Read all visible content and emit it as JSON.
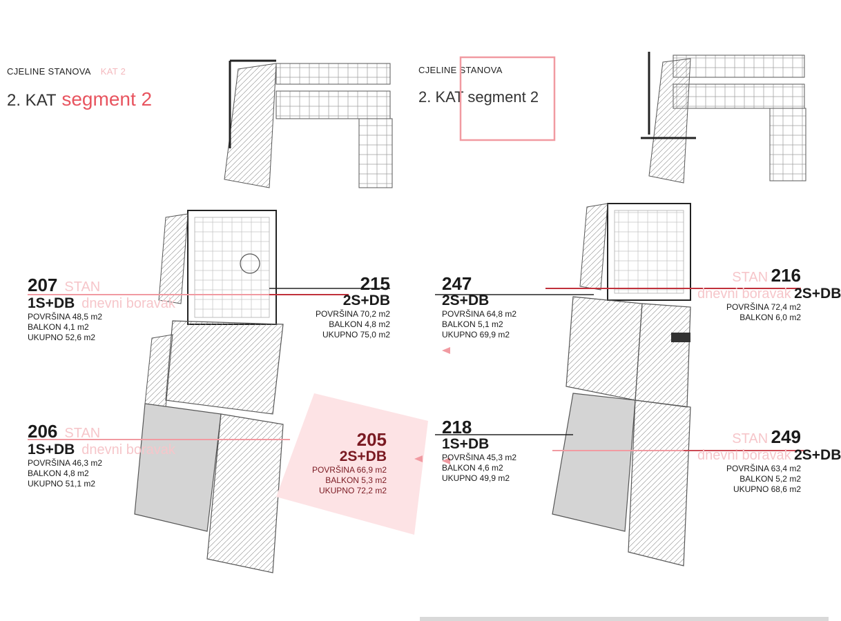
{
  "header_left": {
    "small_label": "CJELINE STANOVA",
    "small_label_ghost": "KAT 2",
    "title_dark": "2. KAT",
    "title_pink": "segment 2"
  },
  "header_right": {
    "small_label": "CJELINE STANOVA",
    "title": "2. KAT segment 2"
  },
  "units": [
    {
      "id": "unit-207",
      "number": "207",
      "number_ghost": "STAN",
      "type": "1S+DB",
      "type_ghost": "dnevni boravak",
      "areas": [
        "POVRŠINA 48,5 m2",
        "BALKON 4,1 m2",
        "UKUPNO 52,6 m2"
      ]
    },
    {
      "id": "unit-215",
      "number": "215",
      "type": "2S+DB",
      "areas": [
        "POVRŠINA 70,2 m2",
        "BALKON 4,8 m2",
        "UKUPNO 75,0 m2"
      ]
    },
    {
      "id": "unit-247",
      "number": "247",
      "type": "2S+DB",
      "areas": [
        "POVRŠINA 64,8 m2",
        "BALKON 5,1 m2",
        "UKUPNO 69,9 m2"
      ]
    },
    {
      "id": "unit-216",
      "number": "216",
      "number_ghost": "STAN",
      "type": "2S+DB",
      "type_ghost": "dnevni boravak",
      "areas": [
        "POVRŠINA 72,4 m2",
        "BALKON 6,0 m2"
      ]
    },
    {
      "id": "unit-206",
      "number": "206",
      "number_ghost": "STAN",
      "type": "1S+DB",
      "type_ghost": "dnevni boravak",
      "areas": [
        "POVRŠINA 46,3 m2",
        "BALKON 4,8 m2",
        "UKUPNO 51,1 m2"
      ]
    },
    {
      "id": "unit-205",
      "number": "205",
      "type": "2S+DB",
      "areas": [
        "POVRŠINA 66,9 m2",
        "BALKON 5,3 m2",
        "UKUPNO 72,2 m2"
      ],
      "highlighted": true
    },
    {
      "id": "unit-218",
      "number": "218",
      "type": "1S+DB",
      "areas": [
        "POVRŠINA 45,3 m2",
        "BALKON 4,6 m2",
        "UKUPNO 49,9 m2"
      ]
    },
    {
      "id": "unit-249",
      "number": "249",
      "number_ghost": "STAN",
      "type": "2S+DB",
      "type_ghost": "dnevni boravak",
      "areas": [
        "POVRŠINA 63,4 m2",
        "BALKON 5,2 m2",
        "UKUPNO 68,6 m2"
      ]
    }
  ],
  "colors": {
    "accent_pink": "#e8545f",
    "highlight_fill": "#fde3e5",
    "selected_gray": "#d4d4d4",
    "line_dark": "#1a1a1a"
  }
}
